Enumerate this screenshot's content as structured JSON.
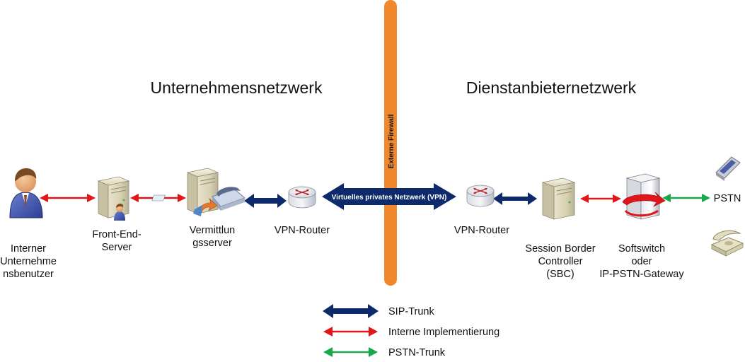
{
  "regions": {
    "left": "Unternehmensnetzwerk",
    "right": "Dienstanbieternetzwerk"
  },
  "firewall": {
    "label": "Externe Firewall",
    "color": "#f0872a"
  },
  "vpn_tunnel": {
    "label": "Virtuelles privates Netzwerk (VPN)"
  },
  "nodes": {
    "internal_user": [
      "Interner",
      "Unternehme",
      "nsbenutzer"
    ],
    "front_end_server": [
      "Front-End-",
      "Server"
    ],
    "mediation_server": [
      "Vermittlun",
      "gsserver"
    ],
    "vpn_router_left": [
      "VPN-Router"
    ],
    "vpn_router_right": [
      "VPN-Router"
    ],
    "sbc": [
      "Session Border",
      "Controller",
      "(SBC)"
    ],
    "softswitch": [
      "Softswitch",
      "oder",
      "IP-PSTN-Gateway"
    ],
    "pstn": [
      "PSTN"
    ]
  },
  "legend": [
    {
      "label": "SIP-Trunk",
      "color": "#0d2a6b"
    },
    {
      "label": "Interne Implementierung",
      "color": "#e0161b"
    },
    {
      "label": "PSTN-Trunk",
      "color": "#19a94b"
    }
  ],
  "icons": [
    "user-icon",
    "server-icon",
    "phone-icon",
    "router-icon",
    "gateway-icon",
    "mobile-phone-icon",
    "desk-phone-icon"
  ]
}
